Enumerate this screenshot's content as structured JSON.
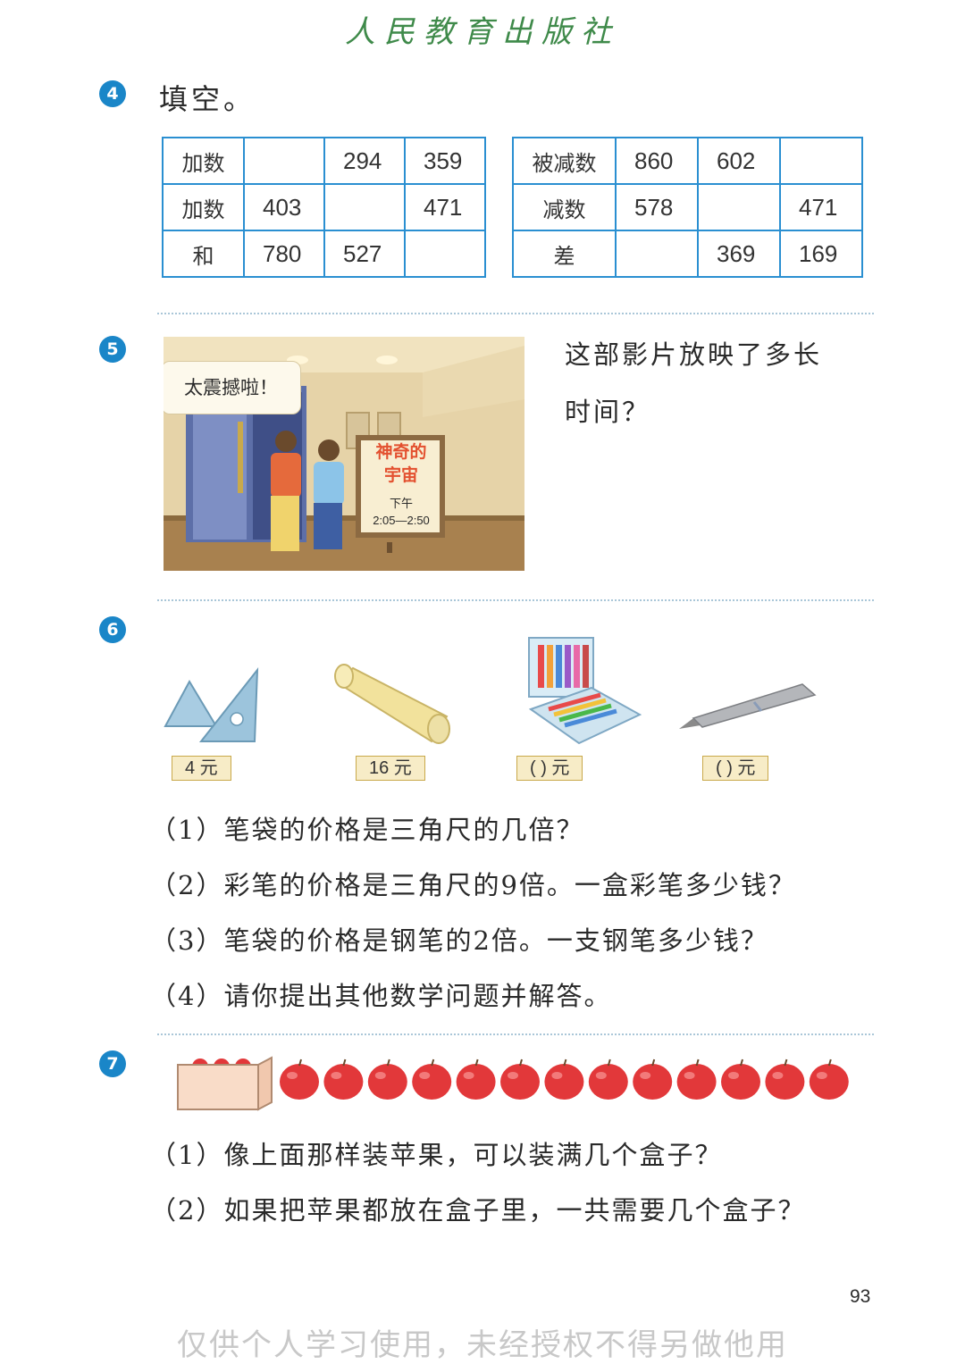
{
  "publisher": "人民教育出版社",
  "problem4": {
    "number": "4",
    "title": "填空。",
    "add_table": {
      "rows": [
        {
          "label": "加数",
          "cells": [
            "",
            "294",
            "359"
          ]
        },
        {
          "label": "加数",
          "cells": [
            "403",
            "",
            "471"
          ]
        },
        {
          "label": "和",
          "cells": [
            "780",
            "527",
            ""
          ]
        }
      ]
    },
    "sub_table": {
      "rows": [
        {
          "label": "被减数",
          "cells": [
            "860",
            "602",
            ""
          ]
        },
        {
          "label": "减数",
          "cells": [
            "578",
            "",
            "471"
          ]
        },
        {
          "label": "差",
          "cells": [
            "",
            "369",
            "169"
          ]
        }
      ]
    }
  },
  "problem5": {
    "number": "5",
    "speech": "太震撼啦！",
    "poster_title_1": "神奇的",
    "poster_title_2": "宇宙",
    "poster_period": "下午",
    "poster_time": "2:05—2:50",
    "question_line1": "这部影片放映了多长",
    "question_line2": "时间？"
  },
  "problem6": {
    "number": "6",
    "items": [
      {
        "name": "三角尺",
        "price_tag": "4 元"
      },
      {
        "name": "笔袋",
        "price_tag": "16 元"
      },
      {
        "name": "彩笔",
        "price_tag": "(     ) 元"
      },
      {
        "name": "钢笔",
        "price_tag": "(     ) 元"
      }
    ],
    "questions": [
      "（1）笔袋的价格是三角尺的几倍？",
      "（2）彩笔的价格是三角尺的9倍。一盒彩笔多少钱？",
      "（3）笔袋的价格是钢笔的2倍。一支钢笔多少钱？",
      "（4）请你提出其他数学问题并解答。"
    ]
  },
  "problem7": {
    "number": "7",
    "apples_outside": 13,
    "questions": [
      "（1）像上面那样装苹果，可以装满几个盒子？",
      "（2）如果把苹果都放在盒子里，一共需要几个盒子？"
    ]
  },
  "page_number": "93",
  "watermark": "仅供个人学习使用，未经授权不得另做他用",
  "colors": {
    "badge": "#1a86c8",
    "table_border": "#2a8fd1",
    "apple": "#e2383a",
    "publisher": "#3f8a4a"
  }
}
